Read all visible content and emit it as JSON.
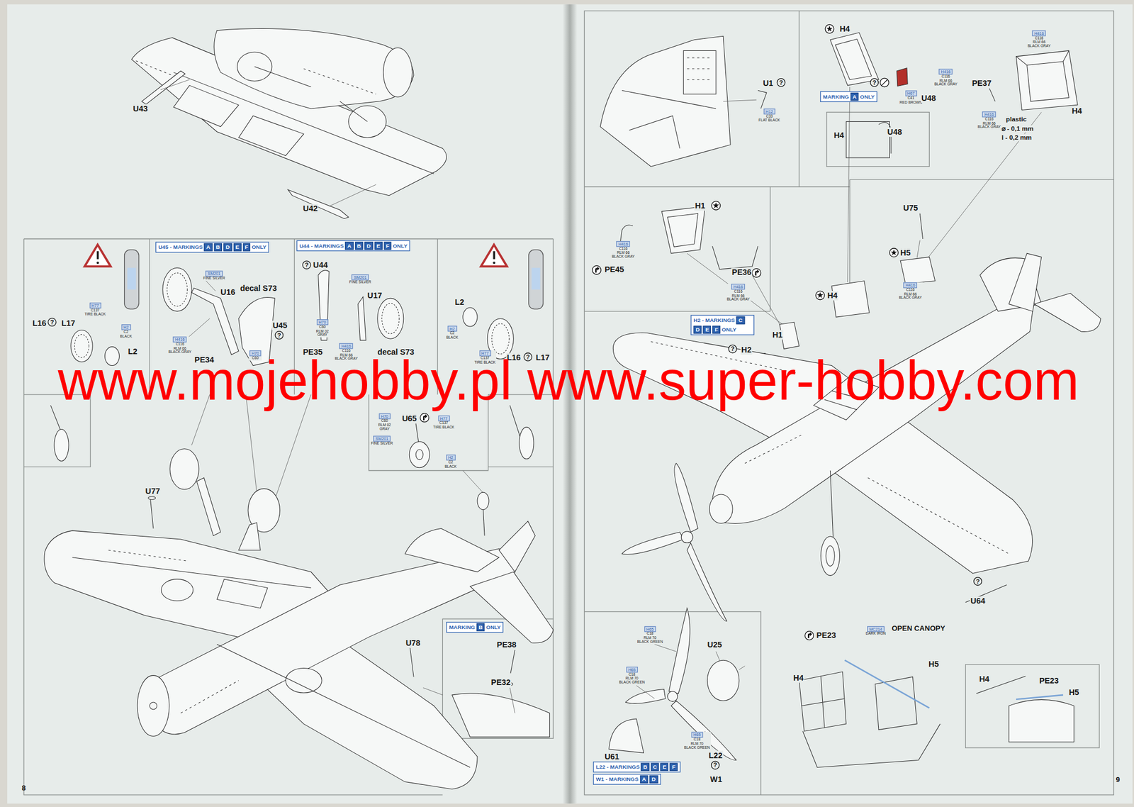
{
  "diagram": {
    "nodes": [
      {
        "text": [
          "U45 - MARKINGS",
          "A",
          "B",
          "D",
          "E",
          "F",
          "ONLY"
        ]
      },
      {
        "text": [
          "U44 - MARKINGS",
          "A",
          "B",
          "D",
          "E",
          "F",
          "ONLY"
        ]
      },
      {
        "text": [
          "MARKING",
          "B",
          "ONLY"
        ]
      },
      {
        "text": [
          "MARKING",
          "A",
          "ONLY"
        ]
      },
      {
        "text": [
          "H2 - MARKINGS",
          "C",
          "D",
          "E",
          "F",
          "ONLY"
        ]
      },
      {
        "text": [
          "L22 - MARKINGS",
          "B",
          "C",
          "E",
          "F"
        ]
      },
      {
        "text": [
          "W1 - MARKINGS",
          "A",
          "D"
        ]
      }
    ],
    "labels": [
      "U43",
      "U42",
      "H77",
      "C137",
      "TIRE BLACK",
      "L16",
      "?",
      "L17",
      "H2",
      "C2",
      "BLACK",
      "L2",
      "SM201",
      "FINE SILVER",
      "U16",
      "decal S73",
      "U45",
      "?",
      "H416",
      "C116",
      "RLM 66",
      "BLACK GRAY",
      "H70",
      "C60",
      "PE34",
      "?",
      "U44",
      "SM201",
      "FINE SILVER",
      "U17",
      "H70",
      "C60",
      "RLM 02",
      "GRAY",
      "H416",
      "C116",
      "RLM 66",
      "BLACK GRAY",
      "PE35",
      "decal S73",
      "L2",
      "H2",
      "C2",
      "BLACK",
      "H77",
      "C137",
      "TIRE BLACK",
      "L16",
      "?",
      "L17",
      "U65",
      "H70",
      "C60",
      "RLM 02",
      "GRAY",
      "H77",
      "C137",
      "TIRE BLACK",
      "SM201",
      "FINE SILVER",
      "H2",
      "C2",
      "BLACK",
      "U77",
      "U78",
      "PE38",
      "PE32",
      "8",
      "H4",
      "U1",
      "?",
      "H12",
      "C33",
      "FLAT BLACK",
      "?",
      "H416",
      "C116",
      "RLM 66",
      "BLACK GRAY",
      "H67",
      "C41",
      "RED BROWN",
      "U48",
      "H4",
      "U48",
      "H416",
      "C116",
      "RLM 66",
      "BLACK GRAY",
      "PE37",
      "H416",
      "C116",
      "RLM 66",
      "BLACK GRAY",
      "plastic",
      "⌀ - 0,1 mm",
      "l - 0,2 mm",
      "H4",
      "U75",
      "H1",
      "H416",
      "C116",
      "RLM 66",
      "BLACK GRAY",
      "PE45",
      "PE36",
      "H416",
      "C116",
      "RLM 66",
      "BLACK GRAY",
      "H5",
      "H416",
      "C116",
      "RLM 66",
      "BLACK GRAY",
      "H4",
      "H1",
      "?",
      "H2",
      "?",
      "U64",
      "H65",
      "C18",
      "RLM 70",
      "BLACK GREEN",
      "U25",
      "H65",
      "C18",
      "RLM 70",
      "BLACK GREEN",
      "H65",
      "C18",
      "RLM 70",
      "BLACK GREEN",
      "U61",
      "L22",
      "?",
      "W1",
      "PE23",
      "MC214",
      "DARK IRON",
      "OPEN CANOPY",
      "H5",
      "H4",
      "H4",
      "PE23",
      "H5",
      "9",
      "www.mojehobby.pl www.super-hobby.com"
    ]
  }
}
